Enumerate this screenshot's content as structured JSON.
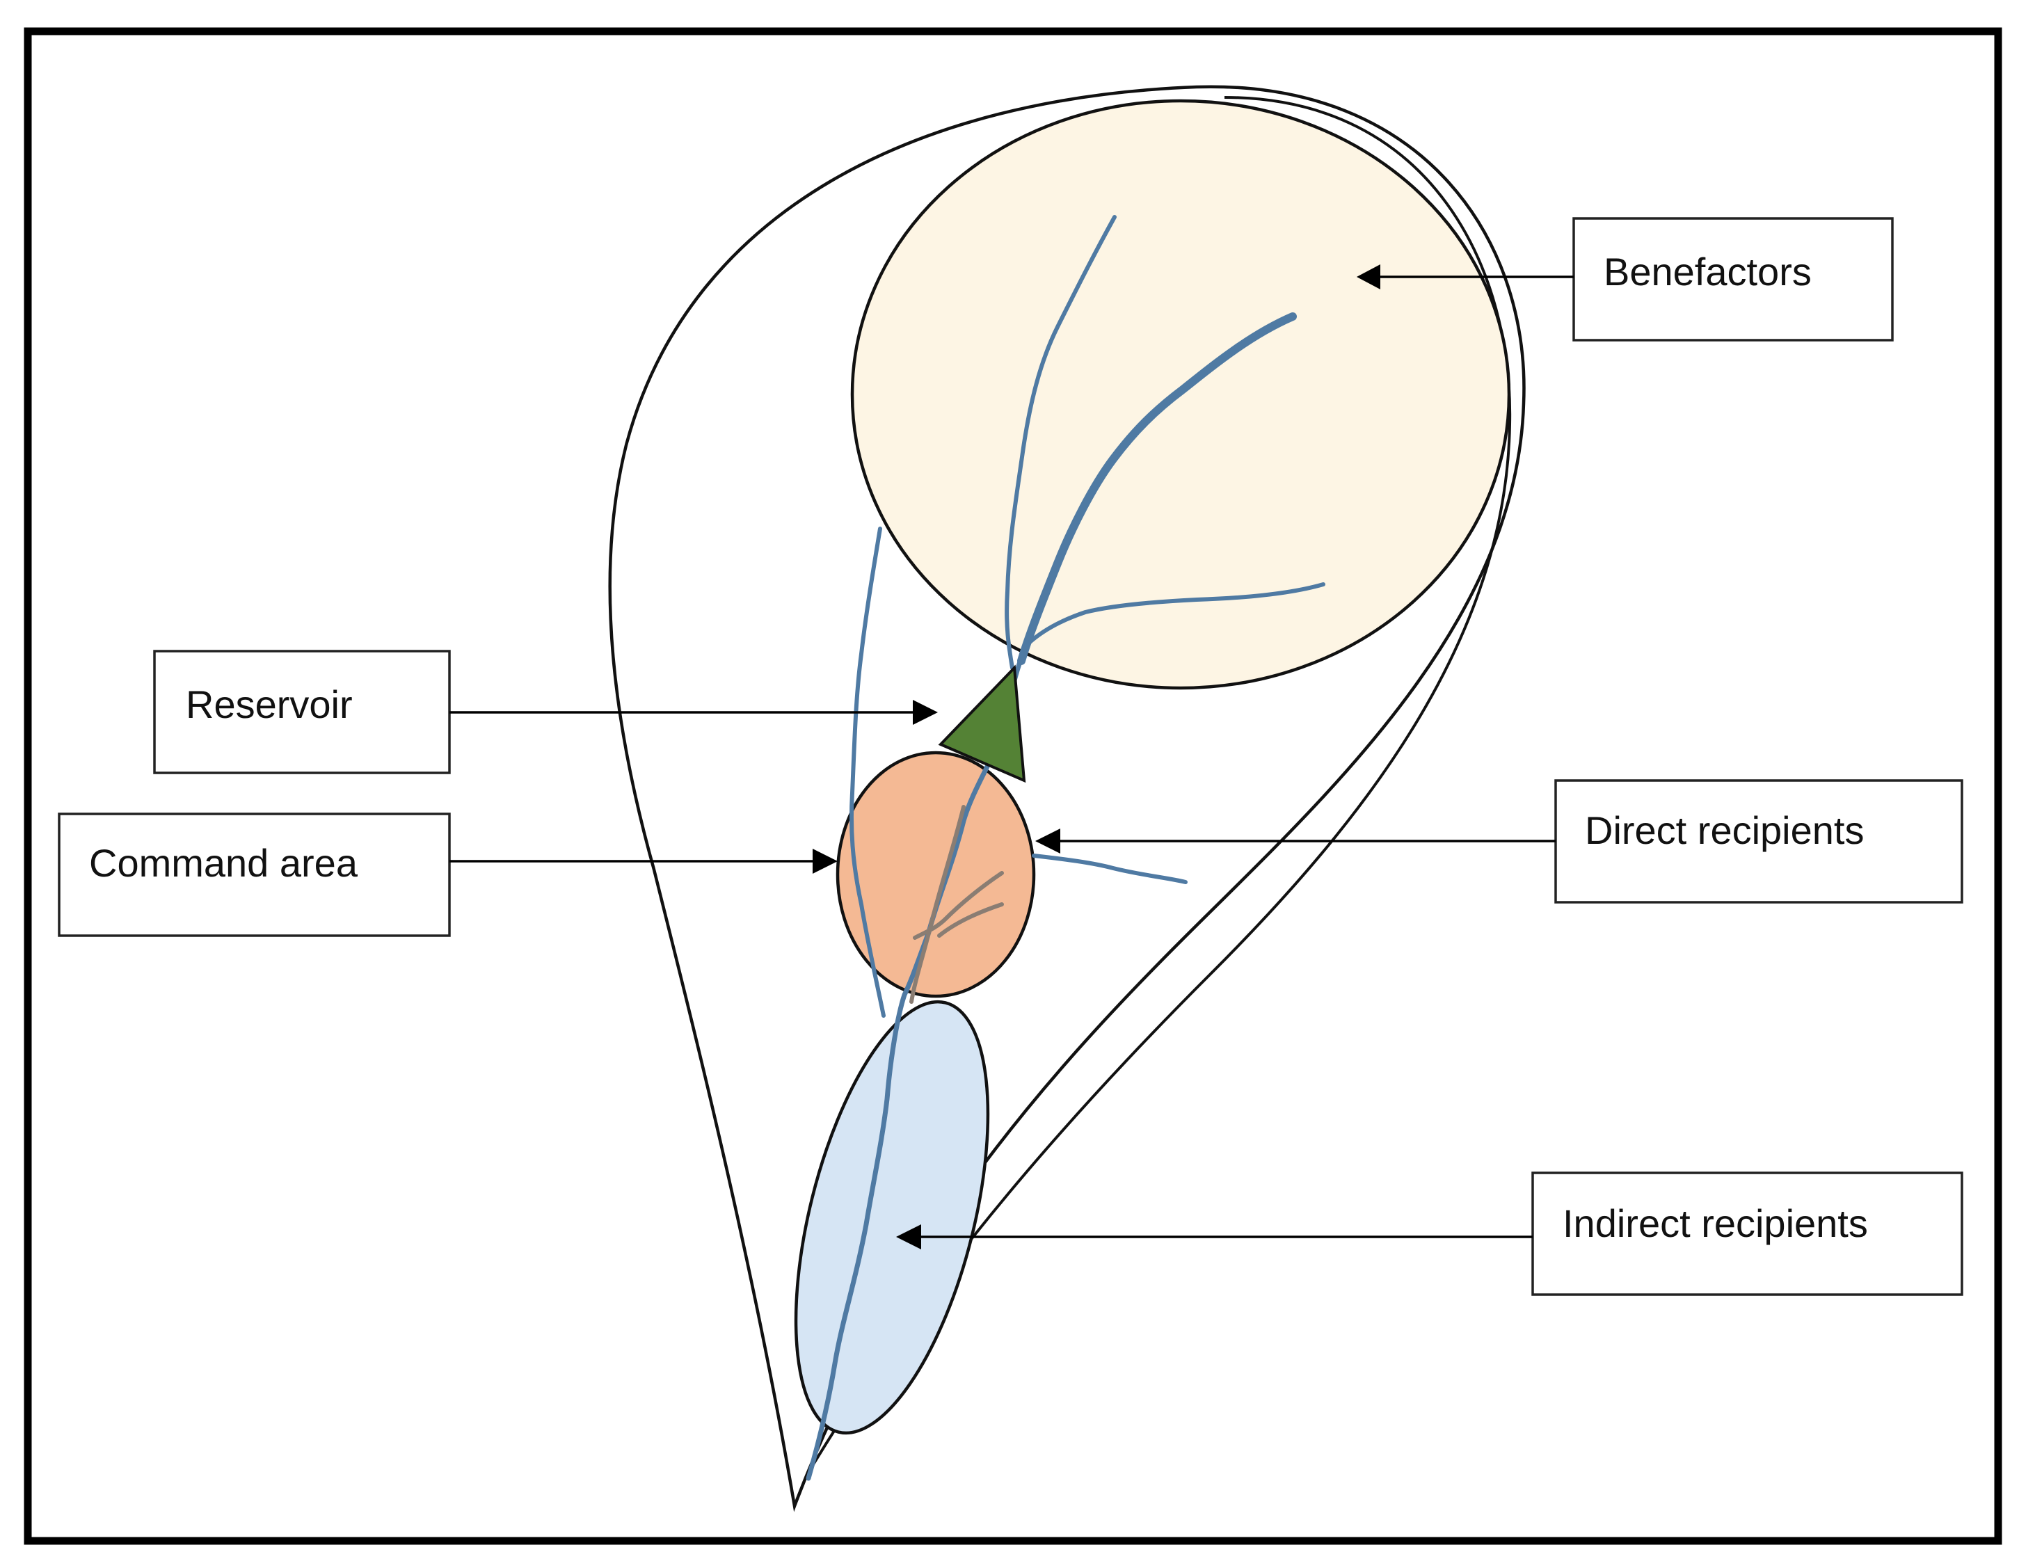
{
  "labels": {
    "benefactors": "Benefactors",
    "reservoir": "Reservoir",
    "command_area": "Command area",
    "direct_recipients": "Direct recipients",
    "indirect_recipients": "Indirect recipients"
  },
  "colors": {
    "frame": "#000000",
    "watershed_outline": "#111111",
    "benefactors_fill": "#fdf5e4",
    "reservoir_fill": "#548235",
    "command_area_fill": "#f4b994",
    "indirect_fill": "#d6e5f4",
    "stream": "#4f7aa3",
    "stream_in_command": "#8a7d73"
  }
}
